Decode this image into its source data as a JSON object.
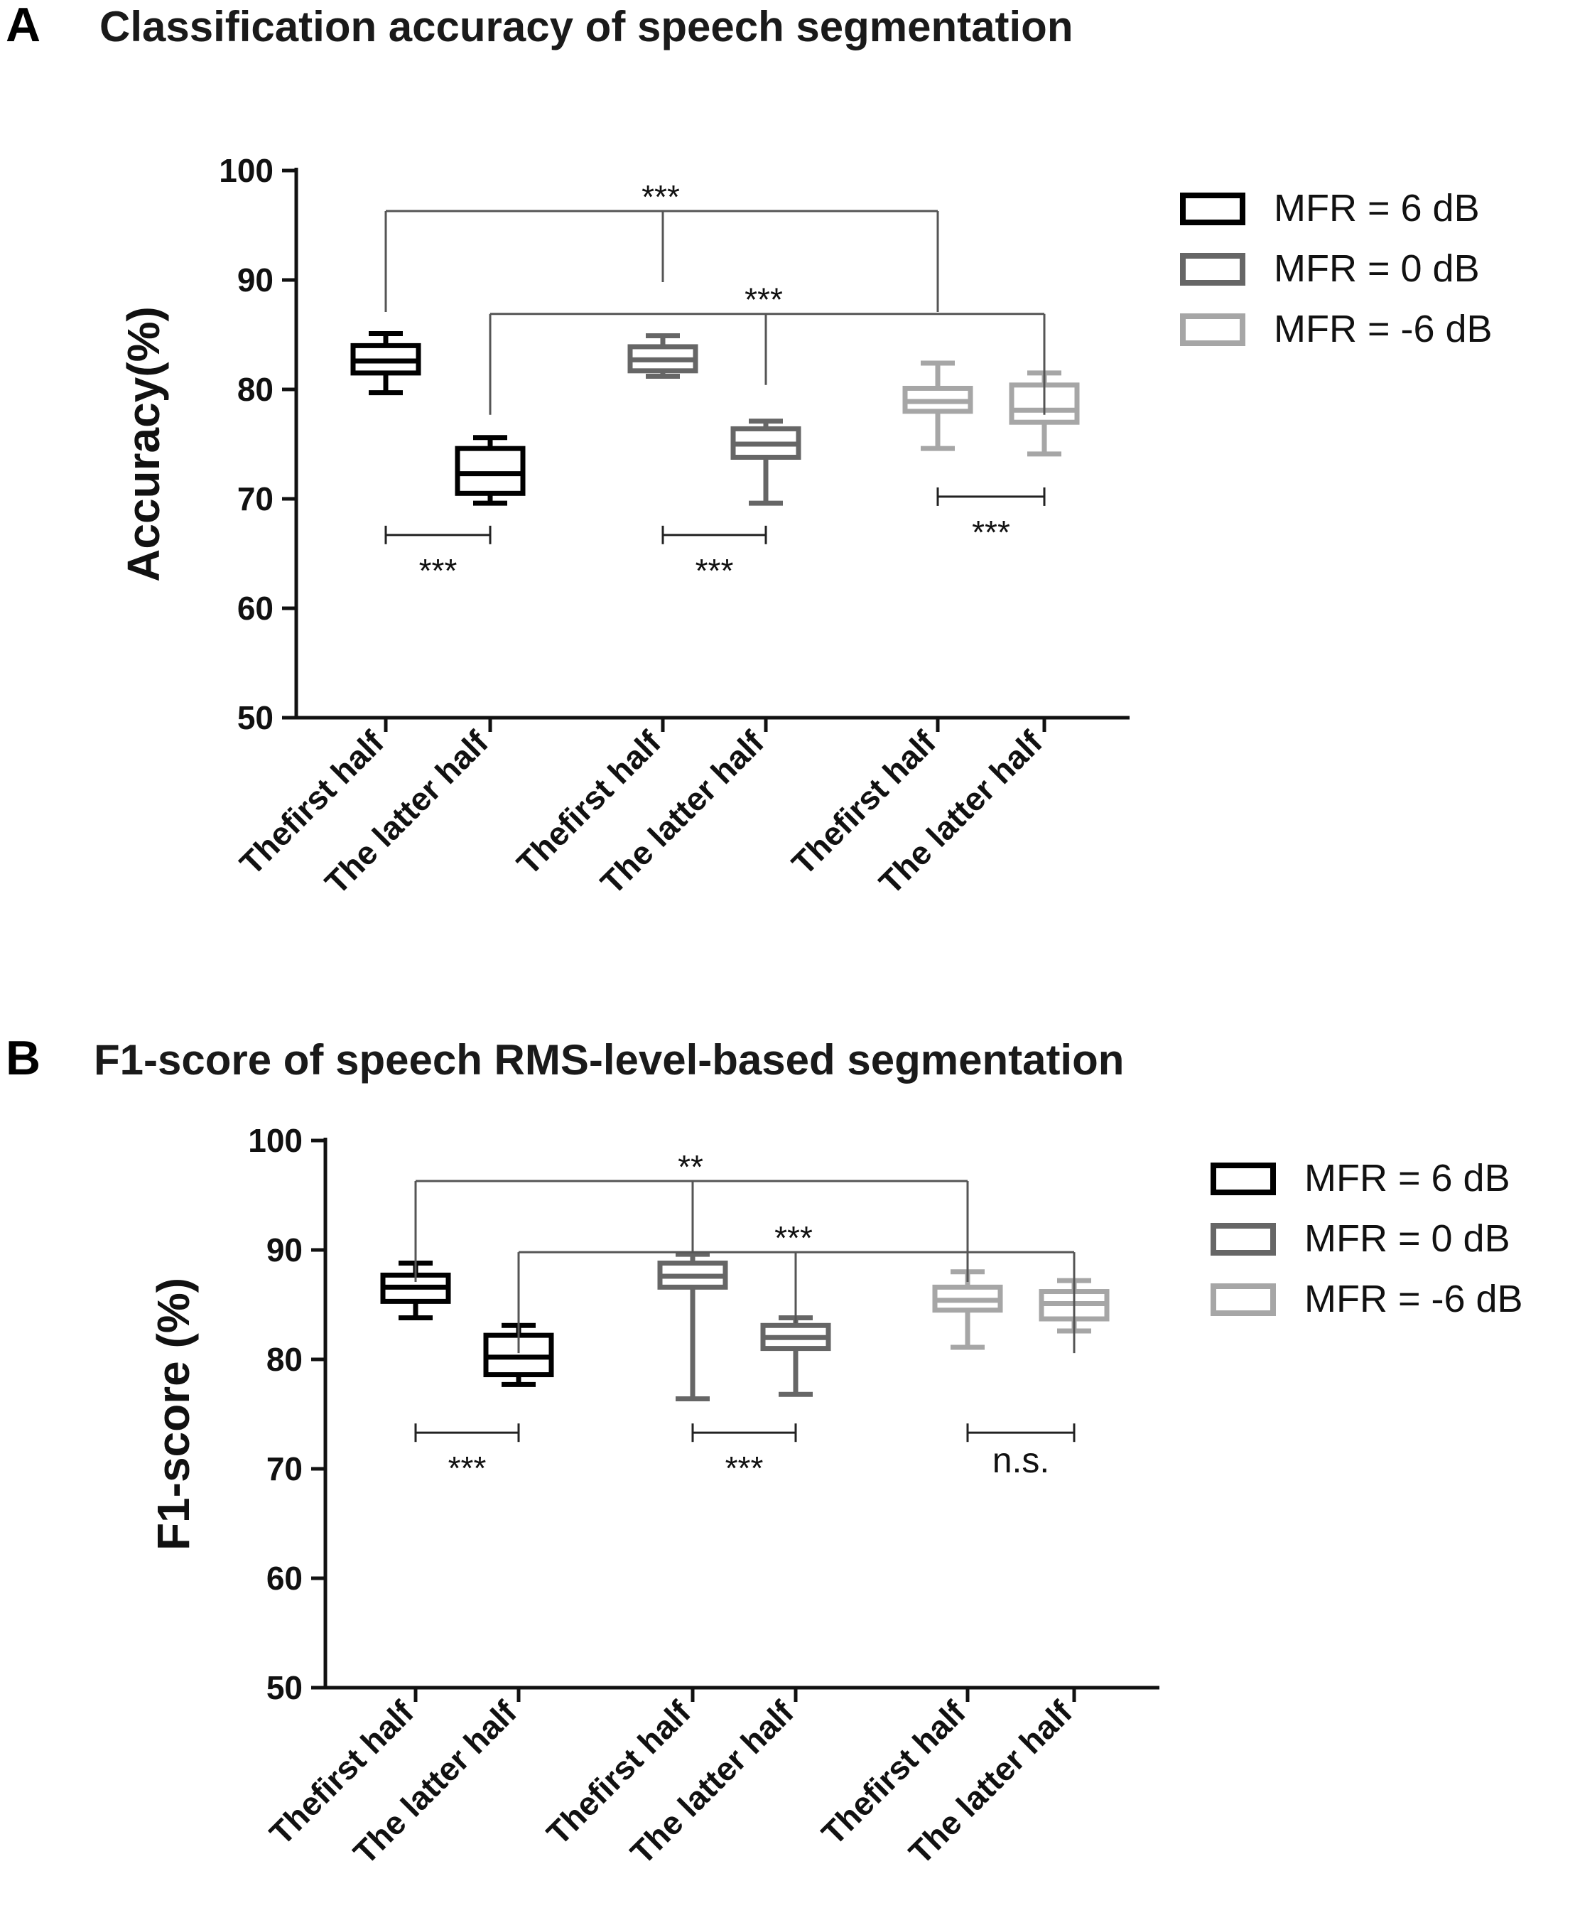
{
  "chart_data": [
    {
      "type": "box",
      "panel": "A",
      "title": "Classification accuracy of speech segmentation",
      "ylabel": "Accuracy(%)",
      "ylim": [
        50,
        100
      ],
      "yticks": [
        50,
        60,
        70,
        80,
        90,
        100
      ],
      "categories": [
        "Thefirst half",
        "The latter half",
        "Thefirst half",
        "The latter half",
        "Thefirst half",
        "The latter half"
      ],
      "legend": [
        {
          "label": "MFR = 6 dB",
          "color": "#000000"
        },
        {
          "label": "MFR = 0 dB",
          "color": "#666666"
        },
        {
          "label": "MFR = -6 dB",
          "color": "#a6a6a6"
        }
      ],
      "boxes": [
        {
          "category": "Thefirst half",
          "series": "MFR = 6 dB",
          "min": 79.7,
          "q1": 81.5,
          "median": 82.6,
          "q3": 84.0,
          "max": 85.1
        },
        {
          "category": "The latter half",
          "series": "MFR = 6 dB",
          "min": 69.6,
          "q1": 70.5,
          "median": 72.3,
          "q3": 74.6,
          "max": 75.6
        },
        {
          "category": "Thefirst half",
          "series": "MFR = 0 dB",
          "min": 81.2,
          "q1": 81.7,
          "median": 82.7,
          "q3": 83.9,
          "max": 84.9
        },
        {
          "category": "The latter half",
          "series": "MFR = 0 dB",
          "min": 69.6,
          "q1": 73.8,
          "median": 75.0,
          "q3": 76.4,
          "max": 77.1
        },
        {
          "category": "Thefirst half",
          "series": "MFR = -6 dB",
          "min": 74.6,
          "q1": 78.0,
          "median": 78.9,
          "q3": 80.1,
          "max": 82.4
        },
        {
          "category": "The latter half",
          "series": "MFR = -6 dB",
          "min": 74.1,
          "q1": 77.0,
          "median": 78.1,
          "q3": 80.4,
          "max": 81.5
        }
      ],
      "significance": [
        {
          "from": 0,
          "to": 1,
          "style": "below",
          "y": 66.7,
          "label": "***"
        },
        {
          "from": 2,
          "to": 3,
          "style": "below",
          "y": 66.7,
          "label": "***"
        },
        {
          "from": 4,
          "to": 5,
          "style": "below",
          "y": 70.2,
          "label": "***"
        },
        {
          "from": 0,
          "to": 4,
          "style": "above",
          "y": 96.3,
          "label": "***"
        },
        {
          "from": 1,
          "to": 5,
          "style": "above",
          "y": 86.9,
          "label": "***"
        }
      ]
    },
    {
      "type": "box",
      "panel": "B",
      "title": "F1-score of speech RMS-level-based segmentation",
      "ylabel": "F1-score (%)",
      "ylim": [
        50,
        100
      ],
      "yticks": [
        50,
        60,
        70,
        80,
        90,
        100
      ],
      "categories": [
        "Thefirst half",
        "The latter half",
        "Thefirst half",
        "The latter half",
        "Thefirst half",
        "The latter half"
      ],
      "legend": [
        {
          "label": "MFR = 6 dB",
          "color": "#000000"
        },
        {
          "label": "MFR = 0 dB",
          "color": "#666666"
        },
        {
          "label": "MFR = -6 dB",
          "color": "#a6a6a6"
        }
      ],
      "boxes": [
        {
          "category": "Thefirst half",
          "series": "MFR = 6 dB",
          "min": 83.8,
          "q1": 85.3,
          "median": 86.6,
          "q3": 87.7,
          "max": 88.8
        },
        {
          "category": "The latter half",
          "series": "MFR = 6 dB",
          "min": 77.7,
          "q1": 78.6,
          "median": 80.2,
          "q3": 82.2,
          "max": 83.1
        },
        {
          "category": "Thefirst half",
          "series": "MFR = 0 dB",
          "min": 76.4,
          "q1": 86.6,
          "median": 87.6,
          "q3": 88.8,
          "max": 89.6
        },
        {
          "category": "The latter half",
          "series": "MFR = 0 dB",
          "min": 76.8,
          "q1": 81.0,
          "median": 82.0,
          "q3": 83.1,
          "max": 83.8
        },
        {
          "category": "Thefirst half",
          "series": "MFR = -6 dB",
          "min": 81.1,
          "q1": 84.5,
          "median": 85.4,
          "q3": 86.6,
          "max": 88.0
        },
        {
          "category": "The latter half",
          "series": "MFR = -6 dB",
          "min": 82.6,
          "q1": 83.7,
          "median": 85.1,
          "q3": 86.2,
          "max": 87.2
        }
      ],
      "significance": [
        {
          "from": 0,
          "to": 1,
          "style": "below",
          "y": 73.3,
          "label": "***"
        },
        {
          "from": 2,
          "to": 3,
          "style": "below",
          "y": 73.3,
          "label": "***"
        },
        {
          "from": 4,
          "to": 5,
          "style": "below",
          "y": 73.3,
          "label": "n.s."
        },
        {
          "from": 0,
          "to": 4,
          "style": "above",
          "y": 96.3,
          "label": "**"
        },
        {
          "from": 1,
          "to": 5,
          "style": "above",
          "y": 89.8,
          "label": "***"
        }
      ]
    }
  ]
}
